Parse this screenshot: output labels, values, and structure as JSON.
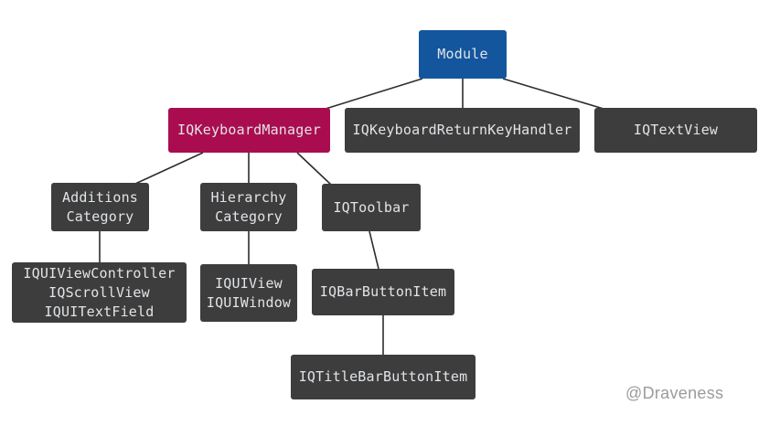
{
  "nodes": {
    "module": {
      "label": "Module",
      "color": "#14569d"
    },
    "iq_keyboard_manager": {
      "label": "IQKeyboardManager",
      "color": "#aa0d4f"
    },
    "iq_keyboard_return_key_handler": {
      "label": "IQKeyboardReturnKeyHandler",
      "color": "#3d3d3d"
    },
    "iq_text_view": {
      "label": "IQTextView",
      "color": "#3d3d3d"
    },
    "additions_category": {
      "lines": [
        "Additions",
        "Category"
      ],
      "color": "#3d3d3d"
    },
    "hierarchy_category": {
      "lines": [
        "Hierarchy",
        "Category"
      ],
      "color": "#3d3d3d"
    },
    "iq_toolbar": {
      "label": "IQToolbar",
      "color": "#3d3d3d"
    },
    "additions_classes": {
      "lines": [
        "IQUIViewController",
        "IQScrollView",
        "IQUITextField"
      ],
      "color": "#3d3d3d"
    },
    "hierarchy_classes": {
      "lines": [
        "IQUIView",
        "IQUIWindow"
      ],
      "color": "#3d3d3d"
    },
    "iq_bar_button_item": {
      "label": "IQBarButtonItem",
      "color": "#3d3d3d"
    },
    "iq_title_bar_button_item": {
      "label": "IQTitleBarButtonItem",
      "color": "#3d3d3d"
    }
  },
  "edges": [
    {
      "from": "Module",
      "to": "IQKeyboardManager"
    },
    {
      "from": "Module",
      "to": "IQKeyboardReturnKeyHandler"
    },
    {
      "from": "Module",
      "to": "IQTextView"
    },
    {
      "from": "IQKeyboardManager",
      "to": "Additions Category"
    },
    {
      "from": "IQKeyboardManager",
      "to": "Hierarchy Category"
    },
    {
      "from": "IQKeyboardManager",
      "to": "IQToolbar"
    },
    {
      "from": "Additions Category",
      "to": "IQUIViewController IQScrollView IQUITextField"
    },
    {
      "from": "Hierarchy Category",
      "to": "IQUIView IQUIWindow"
    },
    {
      "from": "IQToolbar",
      "to": "IQBarButtonItem"
    },
    {
      "from": "IQBarButtonItem",
      "to": "IQTitleBarButtonItem"
    }
  ],
  "colors": {
    "background": "#ffffff",
    "blue": "#14569d",
    "magenta": "#aa0d4f",
    "gray": "#3d3d3d",
    "node-text": "#e1e4e8",
    "line": "#2d2d2d",
    "watermark": "#9b9b9b"
  },
  "watermark": "@Draveness"
}
